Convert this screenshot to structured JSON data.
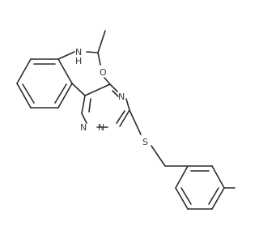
{
  "molecule": {
    "atoms": {
      "nh": "N",
      "h": "H",
      "o": "O",
      "n_triazine_right": "N",
      "n_triazine_bottom_left": "N",
      "n_triazine_bottom": "N",
      "s": "S"
    },
    "colors": {
      "bond": "#2b2b2b",
      "label": "#3a3a3a",
      "background": "#ffffff"
    }
  }
}
